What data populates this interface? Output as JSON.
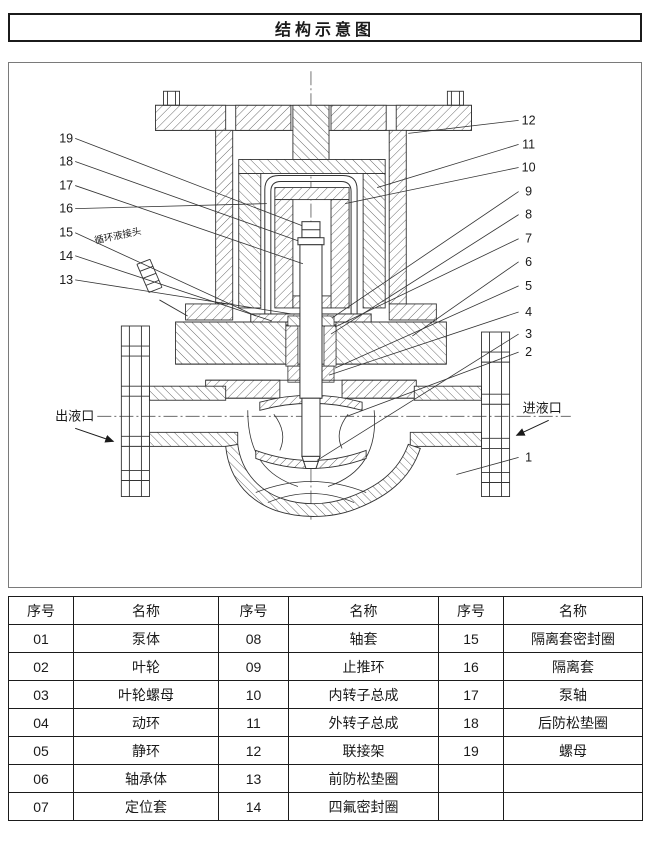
{
  "title": "结构示意图",
  "colors": {
    "ink": "#1a1a1a",
    "line": "#333333"
  },
  "diagram": {
    "connector_label": "循环液接头",
    "outlet_label": "出液口",
    "inlet_label": "进液口",
    "callouts_left": [
      "19",
      "18",
      "17",
      "16",
      "15",
      "14",
      "13"
    ],
    "callouts_right": [
      "12",
      "11",
      "10",
      "9",
      "8",
      "7",
      "6",
      "5",
      "4",
      "3",
      "2",
      "1"
    ]
  },
  "table": {
    "headers": [
      "序号",
      "名称",
      "序号",
      "名称",
      "序号",
      "名称"
    ],
    "rows": [
      [
        "01",
        "泵体",
        "08",
        "轴套",
        "15",
        "隔离套密封圈"
      ],
      [
        "02",
        "叶轮",
        "09",
        "止推环",
        "16",
        "隔离套"
      ],
      [
        "03",
        "叶轮螺母",
        "10",
        "内转子总成",
        "17",
        "泵轴"
      ],
      [
        "04",
        "动环",
        "11",
        "外转子总成",
        "18",
        "后防松垫圈"
      ],
      [
        "05",
        "静环",
        "12",
        "联接架",
        "19",
        "螺母"
      ],
      [
        "06",
        "轴承体",
        "13",
        "前防松垫圈",
        "",
        ""
      ],
      [
        "07",
        "定位套",
        "14",
        "四氟密封圈",
        "",
        ""
      ]
    ]
  }
}
